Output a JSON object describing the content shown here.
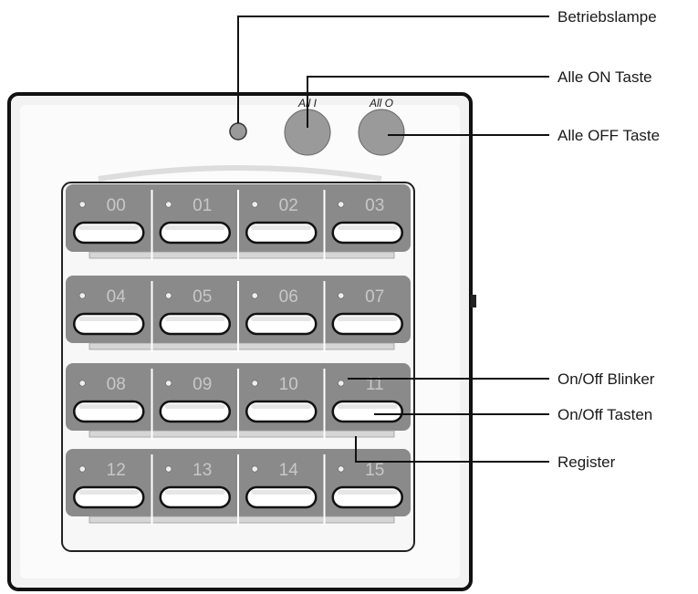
{
  "callouts": {
    "betriebslampe": "Betriebslampe",
    "alle_on": "Alle ON Taste",
    "alle_off": "Alle OFF Taste",
    "blinker": "On/Off Blinker",
    "tasten": "On/Off Tasten",
    "register": "Register"
  },
  "top_buttons": {
    "all_on_label": "All I",
    "all_off_label": "All O"
  },
  "channels": [
    [
      "00",
      "01",
      "02",
      "03"
    ],
    [
      "04",
      "05",
      "06",
      "07"
    ],
    [
      "08",
      "09",
      "10",
      "11"
    ],
    [
      "12",
      "13",
      "14",
      "15"
    ]
  ],
  "colors": {
    "device_body": "#f2f2f2",
    "device_border": "#111111",
    "panel_gray": "#8a8a8a",
    "button_fill": "#ffffff",
    "round_button": "#9a9a9a"
  }
}
